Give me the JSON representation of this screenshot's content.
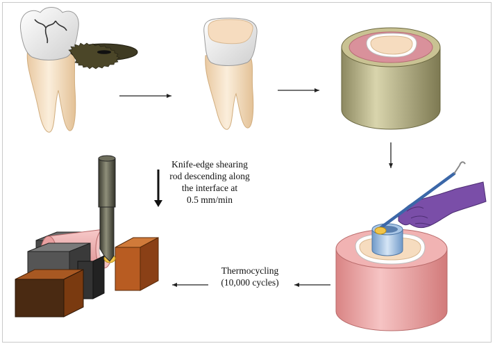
{
  "shear_label": {
    "line1": "Knife-edge shearing",
    "line2": "rod descending along",
    "line3": "the interface at",
    "line4": "0.5 mm/min"
  },
  "thermo_label": {
    "line1": "Thermocycling",
    "line2": "(10,000 cycles)"
  },
  "colors": {
    "tooth_crown": "#f2f2f2",
    "tooth_root": "#f7e4c7",
    "resin_cylinder": "#b8b48a",
    "acrylic_pink": "#e8a0a0",
    "glove_purple": "#7a4ea8",
    "metal_block": "#404040",
    "wood_block": "#b85c22"
  }
}
